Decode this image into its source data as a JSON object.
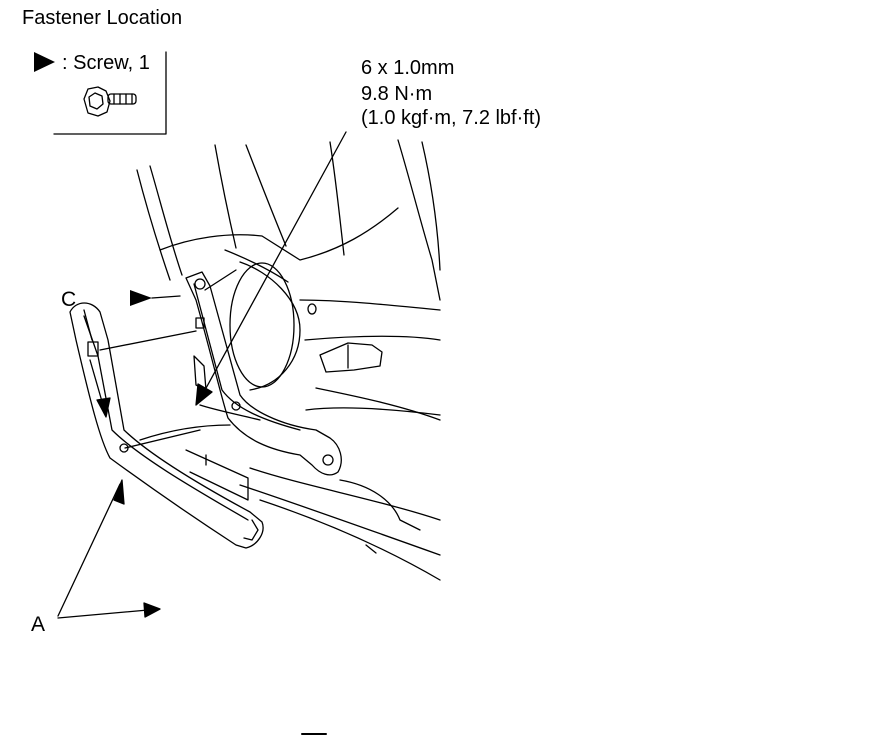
{
  "title": "Fastener Location",
  "legend": {
    "text": ": Screw, 1",
    "marker_icon": "triangle-pointer-icon",
    "screw_icon": "screw-icon"
  },
  "spec": {
    "size": "6 x 1.0mm",
    "torque_nm": "9.8 N·m",
    "torque_alt": "(1.0 kgf·m, 7.2 lbf·ft)"
  },
  "callouts": {
    "a": "A",
    "c": "C"
  },
  "colors": {
    "line": "#000000",
    "background": "#ffffff"
  }
}
